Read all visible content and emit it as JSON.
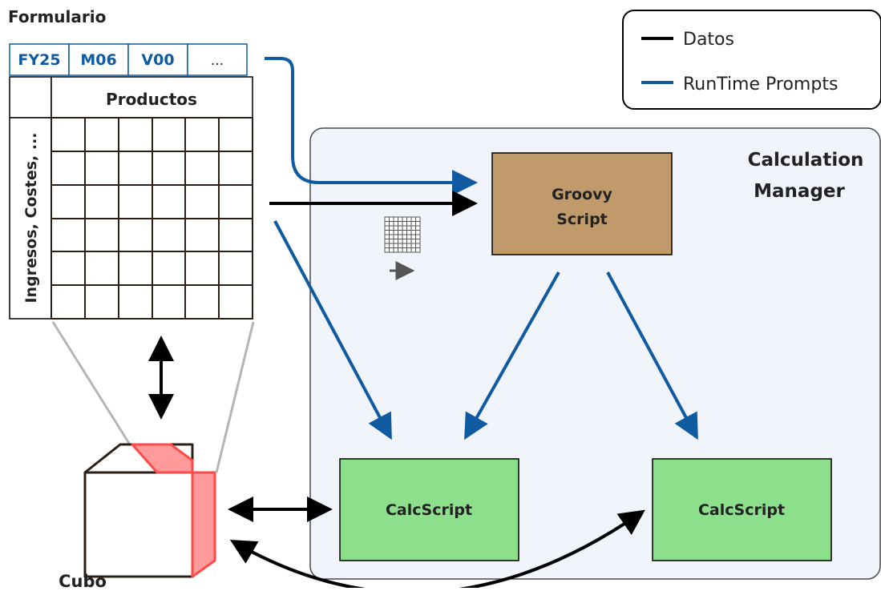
{
  "form": {
    "title": "Formulario",
    "prompts": [
      "FY25",
      "M06",
      "V00",
      "..."
    ],
    "column_header": "Productos",
    "row_header": "Ingresos, Costes, ..."
  },
  "legend": {
    "items": [
      {
        "label": "Datos",
        "color": "#000000"
      },
      {
        "label": "RunTime Prompts",
        "color": "#0f5aa0"
      }
    ]
  },
  "manager": {
    "title_line1": "Calculation",
    "title_line2": "Manager"
  },
  "groovy": {
    "line1": "Groovy",
    "line2": "Script",
    "color": "#c19a6b"
  },
  "calc_left": {
    "label": "CalcScript",
    "color": "#8de08b"
  },
  "calc_right": {
    "label": "CalcScript",
    "color": "#8de08b"
  },
  "cube": {
    "label": "Cubo",
    "highlight_color": "#ff6b6b"
  },
  "colors": {
    "blue": "#0f5aa0",
    "black": "#000000",
    "panel": "#f1f4fb"
  }
}
